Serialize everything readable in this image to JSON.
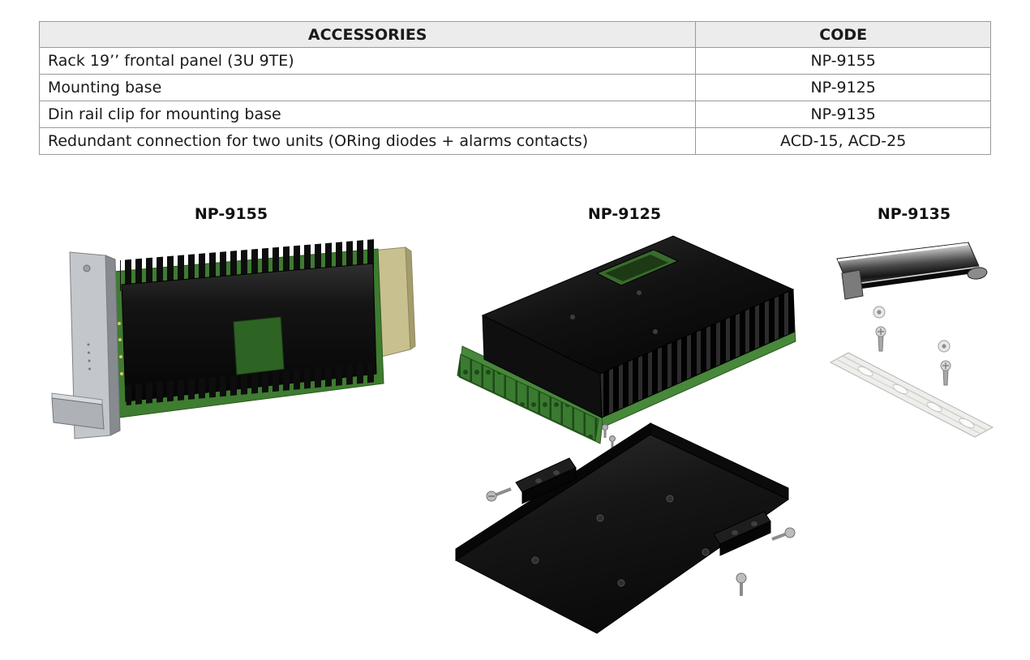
{
  "table": {
    "headers": [
      "ACCESSORIES",
      "CODE"
    ],
    "rows": [
      {
        "accessory": "Rack 19’’ frontal panel (3U 9TE)",
        "code": "NP-9155"
      },
      {
        "accessory": "Mounting base",
        "code": "NP-9125"
      },
      {
        "accessory": "Din rail clip for mounting base",
        "code": "NP-9135"
      },
      {
        "accessory": "Redundant connection for two units (ORing diodes + alarms contacts)",
        "code": "ACD-15, ACD-25"
      }
    ]
  },
  "figures": [
    {
      "label": "NP-9155"
    },
    {
      "label": "NP-9125"
    },
    {
      "label": "NP-9135"
    }
  ],
  "colors": {
    "table_header_bg": "#ececec",
    "table_border": "#9a9a9a",
    "pcb_green": "#3e7c30",
    "terminal_green": "#3a7a31",
    "chassis_black": "#141414",
    "panel_gray": "#c3c7cb",
    "connector_beige": "#c9c08f",
    "rail_silver": "#eeeeec"
  }
}
